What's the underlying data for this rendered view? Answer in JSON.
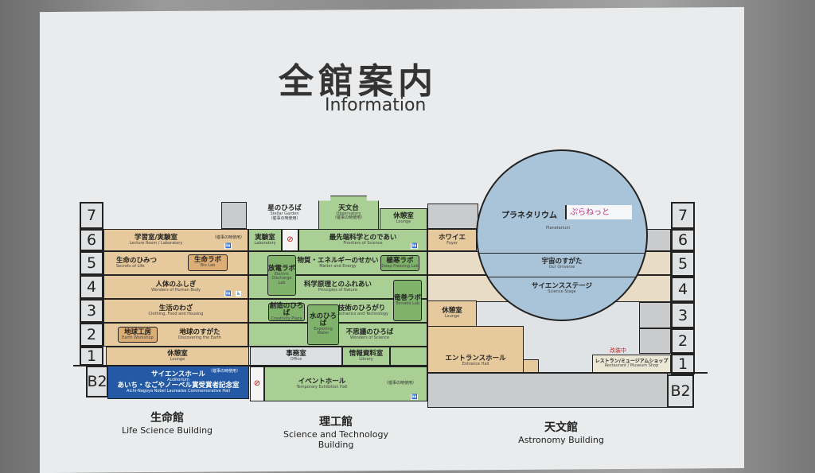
{
  "header": {
    "title": "全館案内",
    "subtitle": "Information"
  },
  "floors": [
    "7",
    "6",
    "5",
    "4",
    "3",
    "2",
    "1",
    "B2"
  ],
  "life": {
    "f6": {
      "ja": "学習室/実験室",
      "en": "Lecture Room / Laboratory",
      "note": "（催事の時使用）"
    },
    "f5": {
      "ja": "生命のひみつ",
      "en": "Secrets of Life",
      "lab_ja": "生命ラボ",
      "lab_en": "Bio Lab"
    },
    "f4": {
      "ja": "人体のふしぎ",
      "en": "Wonders of Human Body"
    },
    "f3": {
      "ja": "生活のわざ",
      "en": "Clothing, Food and Housing"
    },
    "f2": {
      "ja": "地球のすがた",
      "en": "Discovering the Earth",
      "lab_ja": "地球工房",
      "lab_en": "Earth Workshop"
    },
    "f1": {
      "ja": "休憩室",
      "en": "Lounge"
    },
    "b2": {
      "ja": "サイエンスホール",
      "en": "Auditorium",
      "note": "（催事の時使用）",
      "ja2": "あいち・なごやノーベル賞受賞者記念室",
      "en2": "Aichi-Nagoya Nobel Laureates Commemorative Hall"
    }
  },
  "sci": {
    "f7a": {
      "ja": "星のひろば",
      "en": "Stellar Garden",
      "note": "（催事の時使用）"
    },
    "f7b": {
      "ja": "天文台",
      "en": "Observatory",
      "note": "（催事の時使用）"
    },
    "f7c": {
      "ja": "休憩室",
      "en": "Lounge"
    },
    "f6a": {
      "ja": "実験室",
      "en": "Laboratory"
    },
    "f6b": {
      "ja": "最先端科学とのであい",
      "en": "Frontiers of Science"
    },
    "f5": {
      "ja": "物質・エネルギーのせかい",
      "en": "Matter and Energy"
    },
    "f5lab": {
      "ja": "極寒ラボ",
      "en": "Deep Freezing Lab"
    },
    "f5lab2": {
      "ja": "放電ラボ",
      "en": "Electric Discharge Lab"
    },
    "f4": {
      "ja": "科学原理とのふれあい",
      "en": "Principles of Nature"
    },
    "f4lab": {
      "ja": "竜巻ラボ",
      "en": "Tornado Lab"
    },
    "f3a": {
      "ja": "創造のひろば",
      "en": "Creativity Plaza"
    },
    "f3b": {
      "ja": "技術のひろがり",
      "en": "Mechanics and Technology"
    },
    "f3c": {
      "ja": "水のひろば",
      "en": "Exploring Water"
    },
    "f2": {
      "ja": "不思議のひろば",
      "en": "Wonders of Science"
    },
    "f1a": {
      "ja": "事務室",
      "en": "Office"
    },
    "f1b": {
      "ja": "情報資料室",
      "en": "Library"
    },
    "b2": {
      "ja": "イベントホール",
      "en": "Temporary Exhibition Hall",
      "note": "（催事の時使用）"
    }
  },
  "astro": {
    "planetarium": {
      "ja": "プラネタリウム",
      "en": "Planetarium",
      "logo": "ぷらねっと"
    },
    "universe": {
      "ja": "宇宙のすがた",
      "en": "Our Universe"
    },
    "stage": {
      "ja": "サイエンスステージ",
      "en": "Science Stage"
    },
    "foyer": {
      "ja": "ホワイエ",
      "en": "Foyer"
    },
    "lounge": {
      "ja": "休憩室",
      "en": "Lounge"
    },
    "entrance": {
      "ja": "エントランスホール",
      "en": "Entrance Hall"
    },
    "renovating": "改装中",
    "restaurant": {
      "ja": "レストラン/ミュージアムショップ",
      "en": "Restaurant / Museum Shop"
    }
  },
  "buildings": [
    {
      "ja": "生命館",
      "en": "Life Science Building"
    },
    {
      "ja": "理工館",
      "en": "Science and Technology Building"
    },
    {
      "ja": "天文館",
      "en": "Astronomy Building"
    }
  ],
  "icons": {
    "restroom": "🚻",
    "accessible": "♿"
  },
  "colors": {
    "life": "#e6c99c",
    "science": "#a9cf95",
    "astronomy": "#a9c4d8",
    "basement_hall": "#245aa5"
  }
}
